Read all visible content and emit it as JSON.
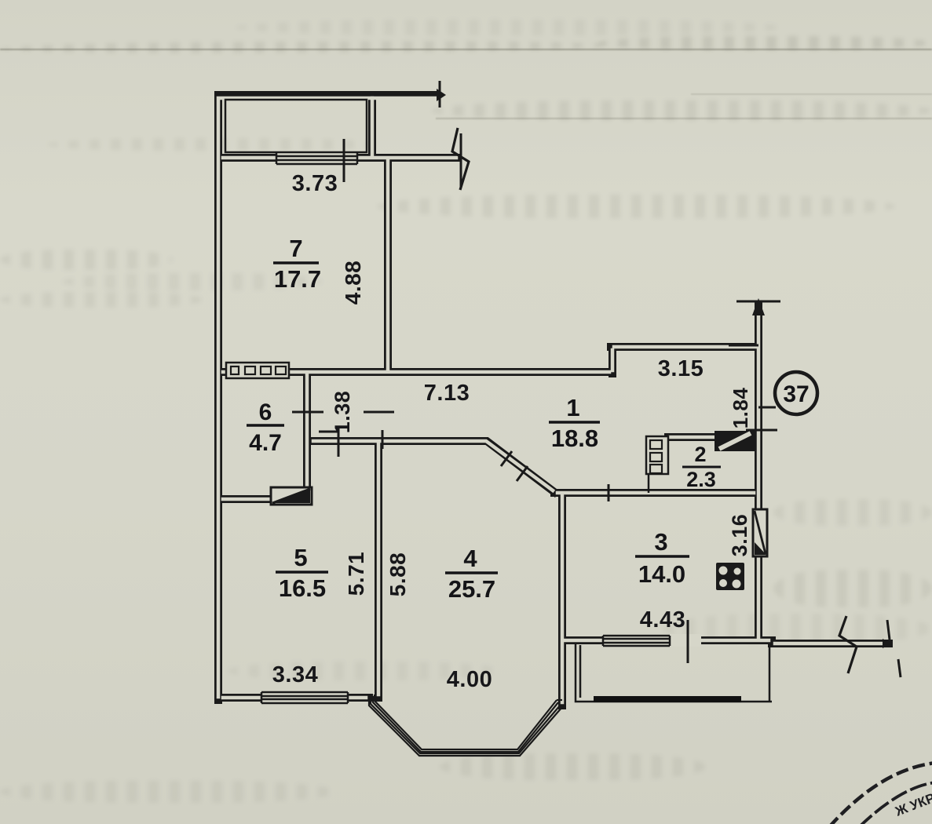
{
  "floor_plan": {
    "apartment_number": "37",
    "rooms": [
      {
        "number": "1",
        "area": "18.8"
      },
      {
        "number": "2",
        "area": "2.3"
      },
      {
        "number": "3",
        "area": "14.0"
      },
      {
        "number": "4",
        "area": "25.7"
      },
      {
        "number": "5",
        "area": "16.5"
      },
      {
        "number": "6",
        "area": "4.7"
      },
      {
        "number": "7",
        "area": "17.7"
      }
    ],
    "dimensions": {
      "room7_width": "3.73",
      "room7_depth": "4.88",
      "hall_length": "7.13",
      "passage_width": "1.38",
      "entry_niche_width": "3.15",
      "entry_niche_depth": "1.84",
      "room5_depth": "5.71",
      "room4_depth": "5.88",
      "room5_width": "3.34",
      "bay_window_width": "4.00",
      "kitchen_width": "4.43",
      "kitchen_depth": "3.16"
    },
    "stamp_fragment": "Ж УКР",
    "colors": {
      "paper": "#d6d6c9",
      "ink": "#1a1a1a"
    }
  }
}
